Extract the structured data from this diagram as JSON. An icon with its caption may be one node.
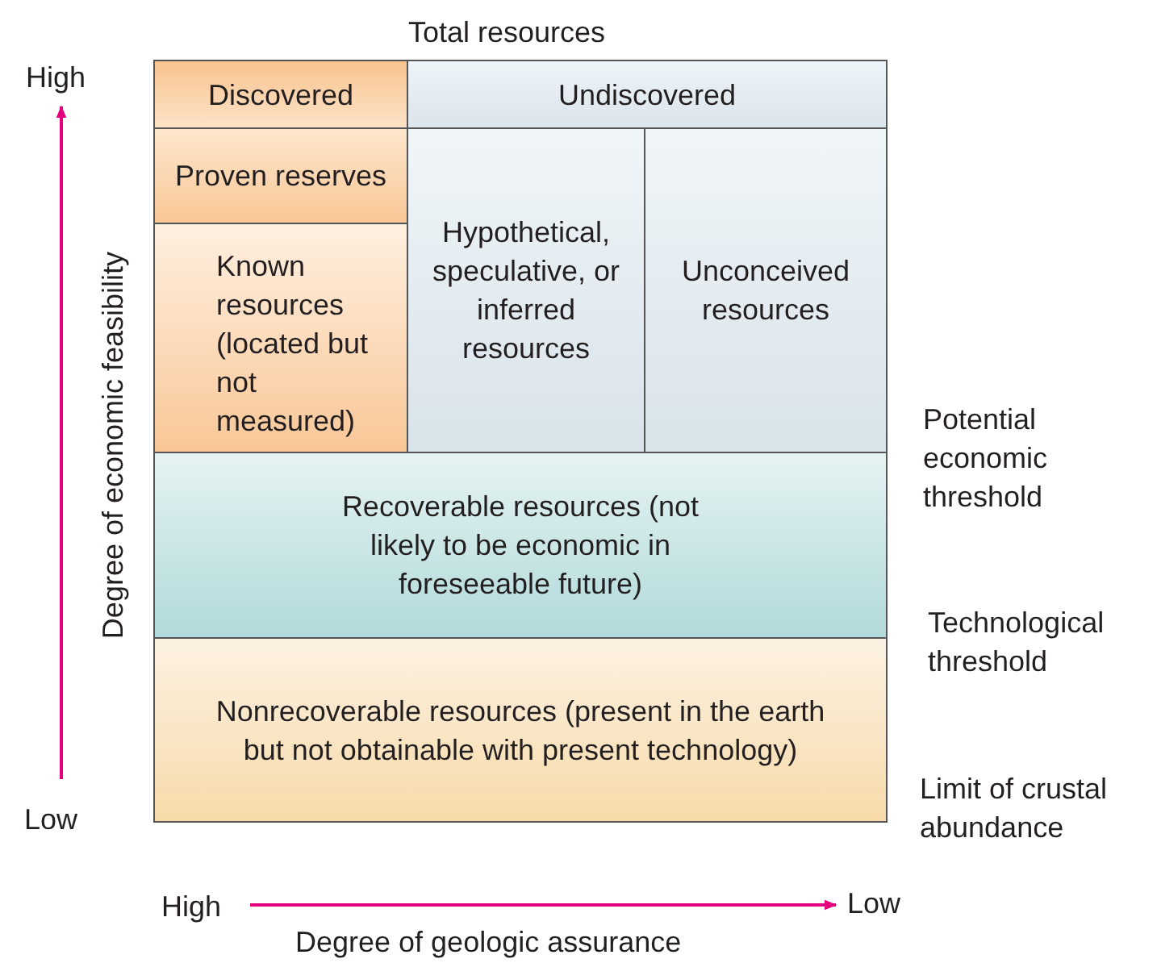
{
  "diagram": {
    "nodes": [
      {
        "text": [
          "Total resources"
        ]
      },
      {
        "text": [
          "Discovered"
        ],
        "in": 0
      },
      {
        "text": [
          "Undiscovered"
        ],
        "in": 0
      },
      {
        "text": [
          "Proven reserves"
        ],
        "in": 0
      },
      {
        "text": [
          "Known resources (located but not measured)"
        ],
        "in": 0
      },
      {
        "text": [
          "Hypothetical, speculative, or inferred resources"
        ],
        "in": 0
      },
      {
        "text": [
          "Unconceived resources"
        ],
        "in": 0
      },
      {
        "text": [
          "Recoverable resources (not likely to be economic in foreseeable future)"
        ],
        "in": 0
      },
      {
        "text": [
          "Nonrecoverable resources (present in the earth but not obtainable with present technology)"
        ],
        "in": 0
      }
    ],
    "labels": [
      "High",
      "Potential economic threshold",
      "Technological threshold",
      "Degree of economic feasibility",
      "Low",
      "Limit of crustal abundance",
      "High",
      "Low",
      "Degree of geologic assurance"
    ]
  }
}
